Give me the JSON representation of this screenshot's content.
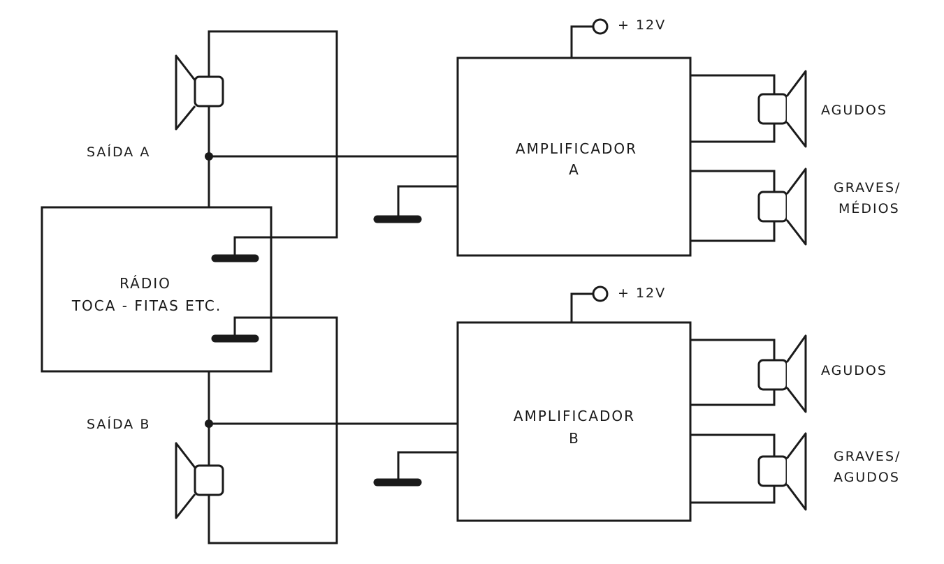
{
  "source_unit": {
    "line1": "RÁDIO",
    "line2": "TOCA - FITAS ETC."
  },
  "outputs": {
    "a": "SAÍDA  A",
    "b": "SAÍDA  B"
  },
  "amplifier_a": {
    "line1": "AMPLIFICADOR",
    "line2": "A",
    "supply": "+ 12V",
    "speakers": {
      "top": "AGUDOS",
      "bottom_line1": "GRAVES/",
      "bottom_line2": "MÉDIOS"
    }
  },
  "amplifier_b": {
    "line1": "AMPLIFICADOR",
    "line2": "B",
    "supply": "+ 12V",
    "speakers": {
      "top": "AGUDOS",
      "bottom_line1": "GRAVES/",
      "bottom_line2": "AGUDOS"
    }
  }
}
